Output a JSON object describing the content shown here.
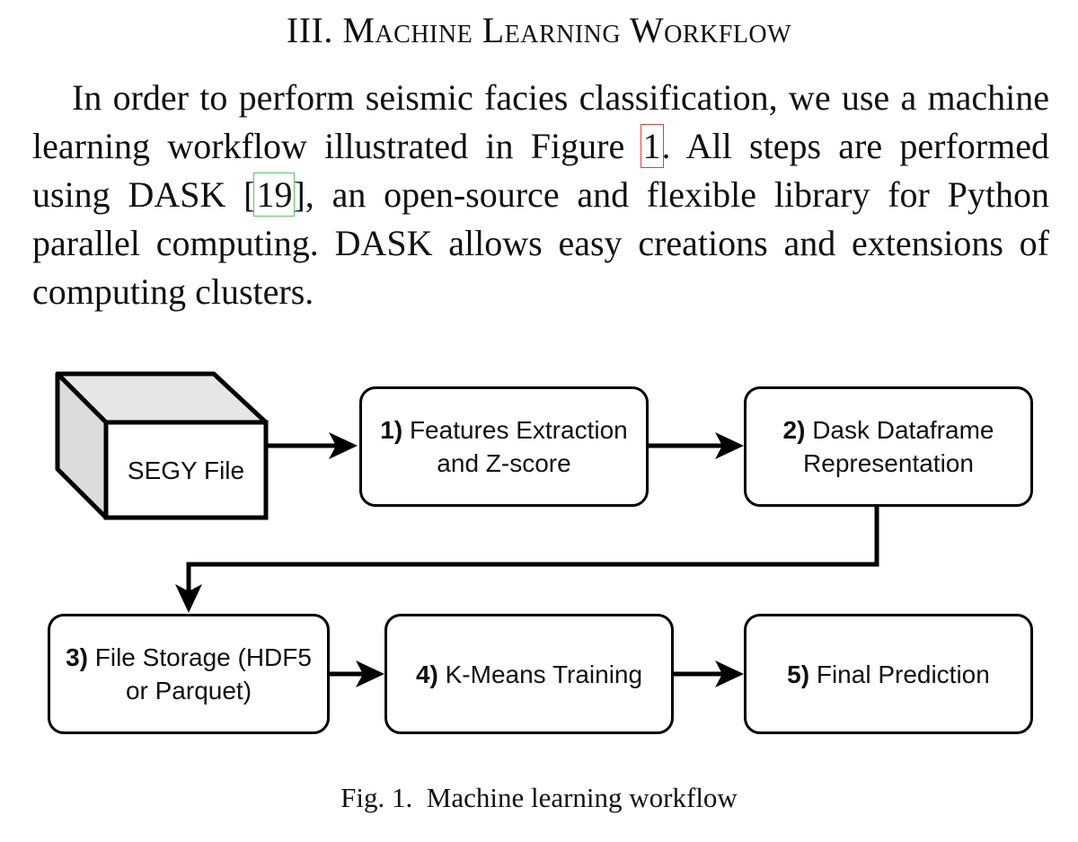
{
  "section": {
    "numeral": "III.",
    "title": "Machine Learning Workflow"
  },
  "paragraph": {
    "text_1": "In order to perform seismic facies classification, we use a machine learning workflow illustrated in Figure ",
    "figure_ref": "1",
    "text_2": ". All steps are performed using DASK [",
    "citation_ref": "19",
    "text_3": "], an open-source and flexible library for Python parallel computing. DASK allows easy creations and extensions of computing clusters."
  },
  "figure": {
    "source_label": "SEGY File",
    "steps": [
      {
        "number": "1)",
        "label": "Features Extraction and Z-score"
      },
      {
        "number": "2)",
        "label": "Dask Dataframe Representation"
      },
      {
        "number": "3)",
        "label": "File Storage (HDF5 or Parquet)"
      },
      {
        "number": "4)",
        "label": "K-Means Training"
      },
      {
        "number": "5)",
        "label": "Final Prediction"
      }
    ],
    "caption": "Fig. 1.  Machine learning workflow"
  }
}
